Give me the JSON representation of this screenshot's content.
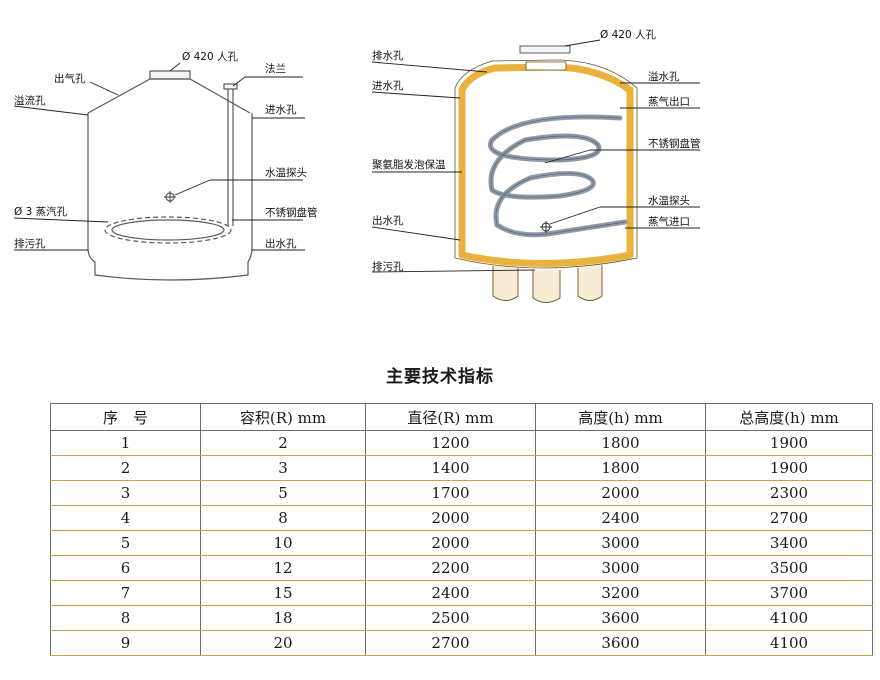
{
  "diagram_left": {
    "labels": {
      "manhole": "Ø 420 人孔",
      "vent": "出气孔",
      "flange": "法兰",
      "overflow": "溢流孔",
      "inlet": "进水孔",
      "temp_probe": "水温探头",
      "steam_hole": "Ø 3 蒸汽孔",
      "coil": "不锈钢盘管",
      "drain": "排污孔",
      "outlet": "出水孔"
    }
  },
  "diagram_right": {
    "labels": {
      "manhole": "Ø 420 人孔",
      "drain_top": "排水孔",
      "inlet": "进水孔",
      "overflow": "溢水孔",
      "steam_out": "蒸气出口",
      "insulation": "聚氨脂发泡保温",
      "coil": "不锈钢盘管",
      "temp_probe": "水温探头",
      "outlet": "出水孔",
      "steam_in": "蒸气进口",
      "drain": "排污孔"
    }
  },
  "table": {
    "title": "主要技术指标",
    "headers": [
      "序　号",
      "容积(R)  mm",
      "直径(R)  mm",
      "高度(h)  mm",
      "总高度(h)  mm"
    ],
    "rows": [
      [
        "1",
        "2",
        "1200",
        "1800",
        "1900"
      ],
      [
        "2",
        "3",
        "1400",
        "1800",
        "1900"
      ],
      [
        "3",
        "5",
        "1700",
        "2000",
        "2300"
      ],
      [
        "4",
        "8",
        "2000",
        "2400",
        "2700"
      ],
      [
        "5",
        "10",
        "2000",
        "3000",
        "3400"
      ],
      [
        "6",
        "12",
        "2200",
        "3000",
        "3500"
      ],
      [
        "7",
        "15",
        "2400",
        "3200",
        "3700"
      ],
      [
        "8",
        "18",
        "2500",
        "3600",
        "4100"
      ],
      [
        "9",
        "20",
        "2700",
        "3600",
        "4100"
      ]
    ]
  },
  "colors": {
    "tank_outline": "#5a5a5a",
    "insulation": "#e8b23c",
    "coil": "#8f9aa8",
    "table_border": "#6e6a86",
    "row_separator": "#c9a34a"
  }
}
